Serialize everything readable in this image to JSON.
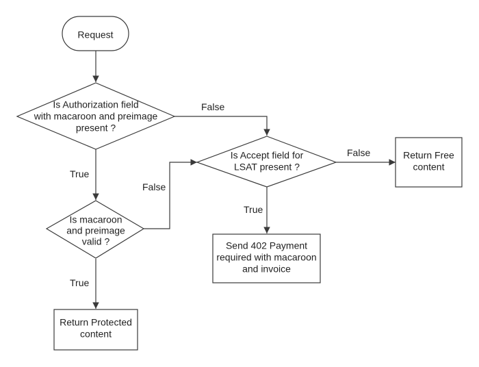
{
  "nodes": {
    "request": {
      "lines": [
        "Request"
      ]
    },
    "auth_check": {
      "lines": [
        "Is Authorization field",
        "with macaroon and preimage",
        "present ?"
      ]
    },
    "accept_check": {
      "lines": [
        "Is Accept field for",
        "LSAT present ?"
      ]
    },
    "return_free": {
      "lines": [
        "Return Free",
        "content"
      ]
    },
    "macaroon_valid": {
      "lines": [
        "Is macaroon",
        "and preimage",
        "valid ?"
      ]
    },
    "send_402": {
      "lines": [
        "Send 402 Payment",
        "required with macaroon",
        "and invoice"
      ]
    },
    "return_protected": {
      "lines": [
        "Return Protected",
        "content"
      ]
    }
  },
  "edges": {
    "auth_false": "False",
    "auth_true": "True",
    "accept_false": "False",
    "accept_true": "True",
    "valid_false": "False",
    "valid_true": "True"
  }
}
